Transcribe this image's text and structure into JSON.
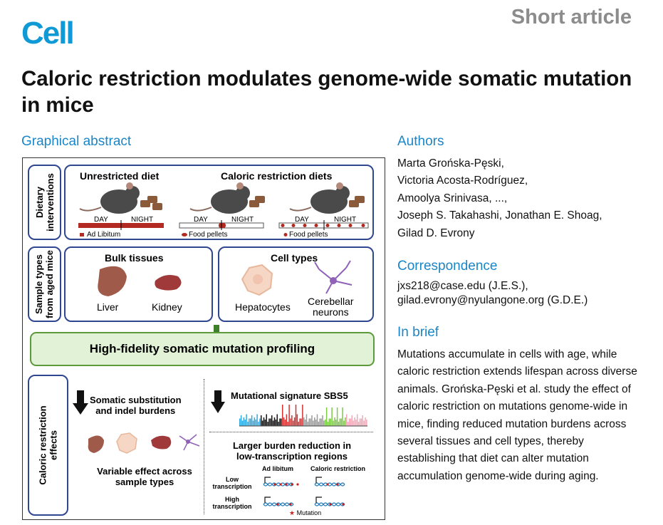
{
  "header": {
    "journal": "Cell",
    "article_type": "Short article",
    "title": "Caloric restriction modulates genome-wide somatic mutation in mice"
  },
  "sections": {
    "graphical_abstract": "Graphical abstract",
    "authors": "Authors",
    "correspondence": "Correspondence",
    "in_brief": "In brief"
  },
  "authors": [
    "Marta Grońska-Pęski,",
    "Victoria Acosta-Rodríguez,",
    "Amoolya Srinivasa, ...,",
    "Joseph S. Takahashi, Jonathan E. Shoag,",
    "Gilad D. Evrony"
  ],
  "correspondence": [
    "jxs218@case.edu (J.E.S.),",
    "gilad.evrony@nyulangone.org (G.D.E.)"
  ],
  "in_brief": "Mutations accumulate in cells with age, while caloric restriction extends lifespan across diverse animals. Grońska-Pęski et al. study the effect of caloric restriction on mutations genome-wide in mice, finding reduced mutation burdens across several tissues and cell types, thereby establishing that diet can alter mutation accumulation genome-wide during aging.",
  "graphical_abstract": {
    "dietary": {
      "side_label_1": "Dietary",
      "side_label_2": "interventions",
      "unrestricted": "Unrestricted diet",
      "caloric": "Caloric restriction diets",
      "day": "DAY",
      "night": "NIGHT",
      "ad_libitum": "Ad Libitum",
      "food_pellets": "Food pellets"
    },
    "samples": {
      "side_label_1": "Sample types",
      "side_label_2": "from aged mice",
      "bulk_title": "Bulk tissues",
      "liver": "Liver",
      "kidney": "Kidney",
      "cell_title": "Cell types",
      "hepatocytes": "Hepatocytes",
      "cerebellar_1": "Cerebellar",
      "cerebellar_2": "neurons"
    },
    "profiling": "High-fidelity somatic mutation profiling",
    "effects": {
      "side_label_1": "Caloric restriction",
      "side_label_2": "effects",
      "burdens_1": "Somatic substitution",
      "burdens_2": "and indel burdens",
      "variable_1": "Variable effect across",
      "variable_2": "sample types",
      "signature": "Mutational signature SBS5",
      "reduction_1": "Larger burden reduction in",
      "reduction_2": "low-transcription regions",
      "ad_libitum": "Ad libitum",
      "caloric_restriction": "Caloric restriction",
      "low_1": "Low",
      "low_2": "transcription",
      "high_1": "High",
      "high_2": "transcription",
      "mutation": "Mutation"
    }
  },
  "colors": {
    "brand": "#0f9ad6",
    "section": "#1a86c8",
    "panel_border": "#2f4690",
    "profiling_fill": "#e1f2d6",
    "profiling_border": "#5c9a3c",
    "ad_libitum_bar": "#b22a22",
    "mutation": "#cc1f1f"
  }
}
